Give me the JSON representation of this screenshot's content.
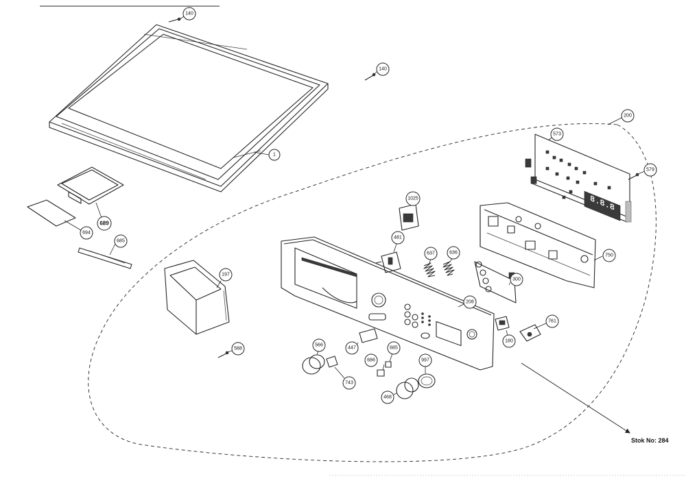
{
  "callouts": {
    "c140a": "140",
    "c140b": "140",
    "c1": "1",
    "c689": "689",
    "c694": "694",
    "c685": "685",
    "c197": "197",
    "c588": "588",
    "c200": "200",
    "c573": "573",
    "c579": "579",
    "c1025": "1025",
    "c481": "481",
    "c637": "637",
    "c636": "636",
    "c750": "750",
    "c300": "300",
    "c208": "208",
    "c761": "761",
    "c180": "180",
    "c566": "566",
    "c447": "447",
    "c685b": "685",
    "c686": "686",
    "c997": "997",
    "c743": "743",
    "c468": "468"
  },
  "stock_label": "Stok No: 284",
  "display_digits": "8.8.8"
}
